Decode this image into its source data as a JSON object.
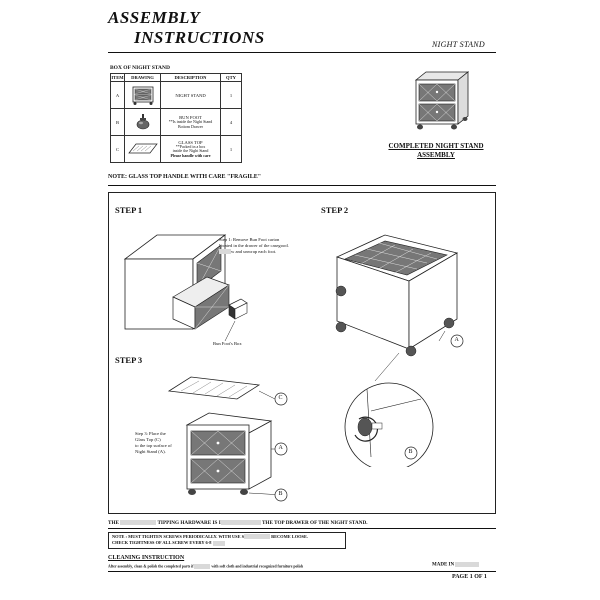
{
  "header": {
    "title_line1": "ASSEMBLY",
    "title_line2": "INSTRUCTIONS",
    "subtitle": "NIGHT STAND"
  },
  "parts": {
    "box_label": "BOX OF NIGHT STAND",
    "columns": [
      "ITEM",
      "DRAWING",
      "DESCRIPTION",
      "QTY"
    ],
    "rows": [
      {
        "item": "A",
        "name": "NIGHT STAND",
        "note": "",
        "note2": "",
        "qty": "1"
      },
      {
        "item": "B",
        "name": "BUN FOOT",
        "note": "**Is inside the Night Stand",
        "note2": "Bottom Drawer",
        "qty": "4"
      },
      {
        "item": "C",
        "name": "GLASS TOP",
        "note": "**Packed in a box",
        "note2": "inside the Night Stand",
        "note3": "Please handle with care",
        "qty": "1"
      }
    ]
  },
  "completed": {
    "label_line1": "COMPLETED NIGHT STAND",
    "label_line2": "ASSEMBLY"
  },
  "note_glass": "NOTE: GLASS TOP HANDLE WITH CARE \"FRAGILE\"",
  "steps": {
    "step1": {
      "label": "STEP 1",
      "text_l1": "Step 1: Remove Bun Foot carton",
      "text_l2": "located in the drawer of the casegood.",
      "text_l3": "w and unwrap each foot.",
      "callout": "Bun Foot's Box"
    },
    "step2": {
      "label": "STEP 2",
      "callout_a": "A",
      "callout_b": "B"
    },
    "step3": {
      "label": "STEP 3",
      "text_l1": "Step 3: Place the",
      "text_l2": "Glass Top (C)",
      "text_l3": "to the top surface of",
      "text_l4": "Night Stand (A).",
      "callout_a": "A",
      "callout_b": "B",
      "callout_c": "C"
    }
  },
  "footer": {
    "tip_start": "THE",
    "tip_mid": "TIPPING HARDWARE IS I",
    "tip_end": "THE TOP DRAWER OF THE NIGHT STAND.",
    "note_l1": "NOTE : MUST TIGHTEN SCREWS PERIODICALLY. WITH USE S",
    "note_l1_end": "BECOME LOOSE.",
    "note_l2": "CHECK TIGHTNESS OF ALL SCREW EVERY 6-8",
    "cleaning_head": "CLEANING INSTRUCTION",
    "cleaning_text": "After assembly, clean & polish the completed parts if",
    "cleaning_text_end": "with soft cloth and industrial recognized furniture polish",
    "made_in": "MADE IN",
    "page": "PAGE 1 OF 1"
  },
  "colors": {
    "ink": "#111111",
    "redaction": "#d9d9d9"
  }
}
